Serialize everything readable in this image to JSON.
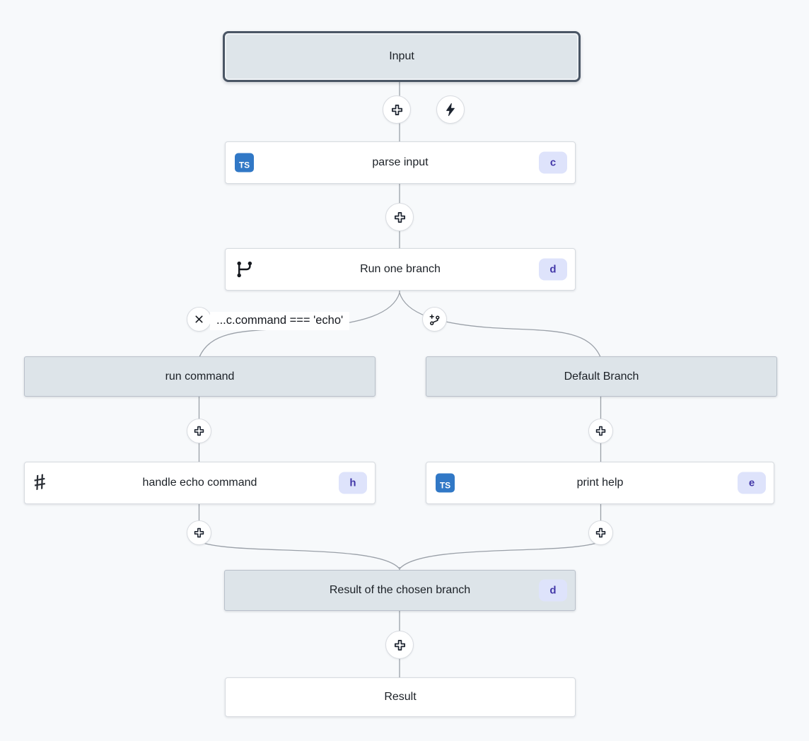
{
  "flow": {
    "input": {
      "label": "Input"
    },
    "parse_input": {
      "label": "parse input",
      "badge": "c",
      "icon": "typescript-icon"
    },
    "run_one_branch": {
      "label": "Run one branch",
      "badge": "d",
      "icon": "git-branch-icon"
    },
    "branch_left": {
      "condition": "...c.command === 'echo'",
      "header": "run command",
      "step": {
        "label": "handle echo command",
        "badge": "h",
        "icon": "hash-icon"
      }
    },
    "branch_right": {
      "header": "Default Branch",
      "step": {
        "label": "print help",
        "badge": "e",
        "icon": "typescript-icon"
      }
    },
    "merge": {
      "label": "Result of the chosen branch",
      "badge": "d"
    },
    "result": {
      "label": "Result"
    }
  },
  "icons": {
    "ts": "TS",
    "hash": "#"
  },
  "colors": {
    "canvas_bg": "#f7f9fb",
    "virtual_box_bg": "#dde4e9",
    "selected_border": "#4a5665",
    "node_bg": "#ffffff",
    "badge_bg": "#dee3fb",
    "badge_text": "#4338a8",
    "ts_blue": "#3178c6",
    "connector": "#9aa0a8",
    "icon_dark": "#1d2430"
  }
}
